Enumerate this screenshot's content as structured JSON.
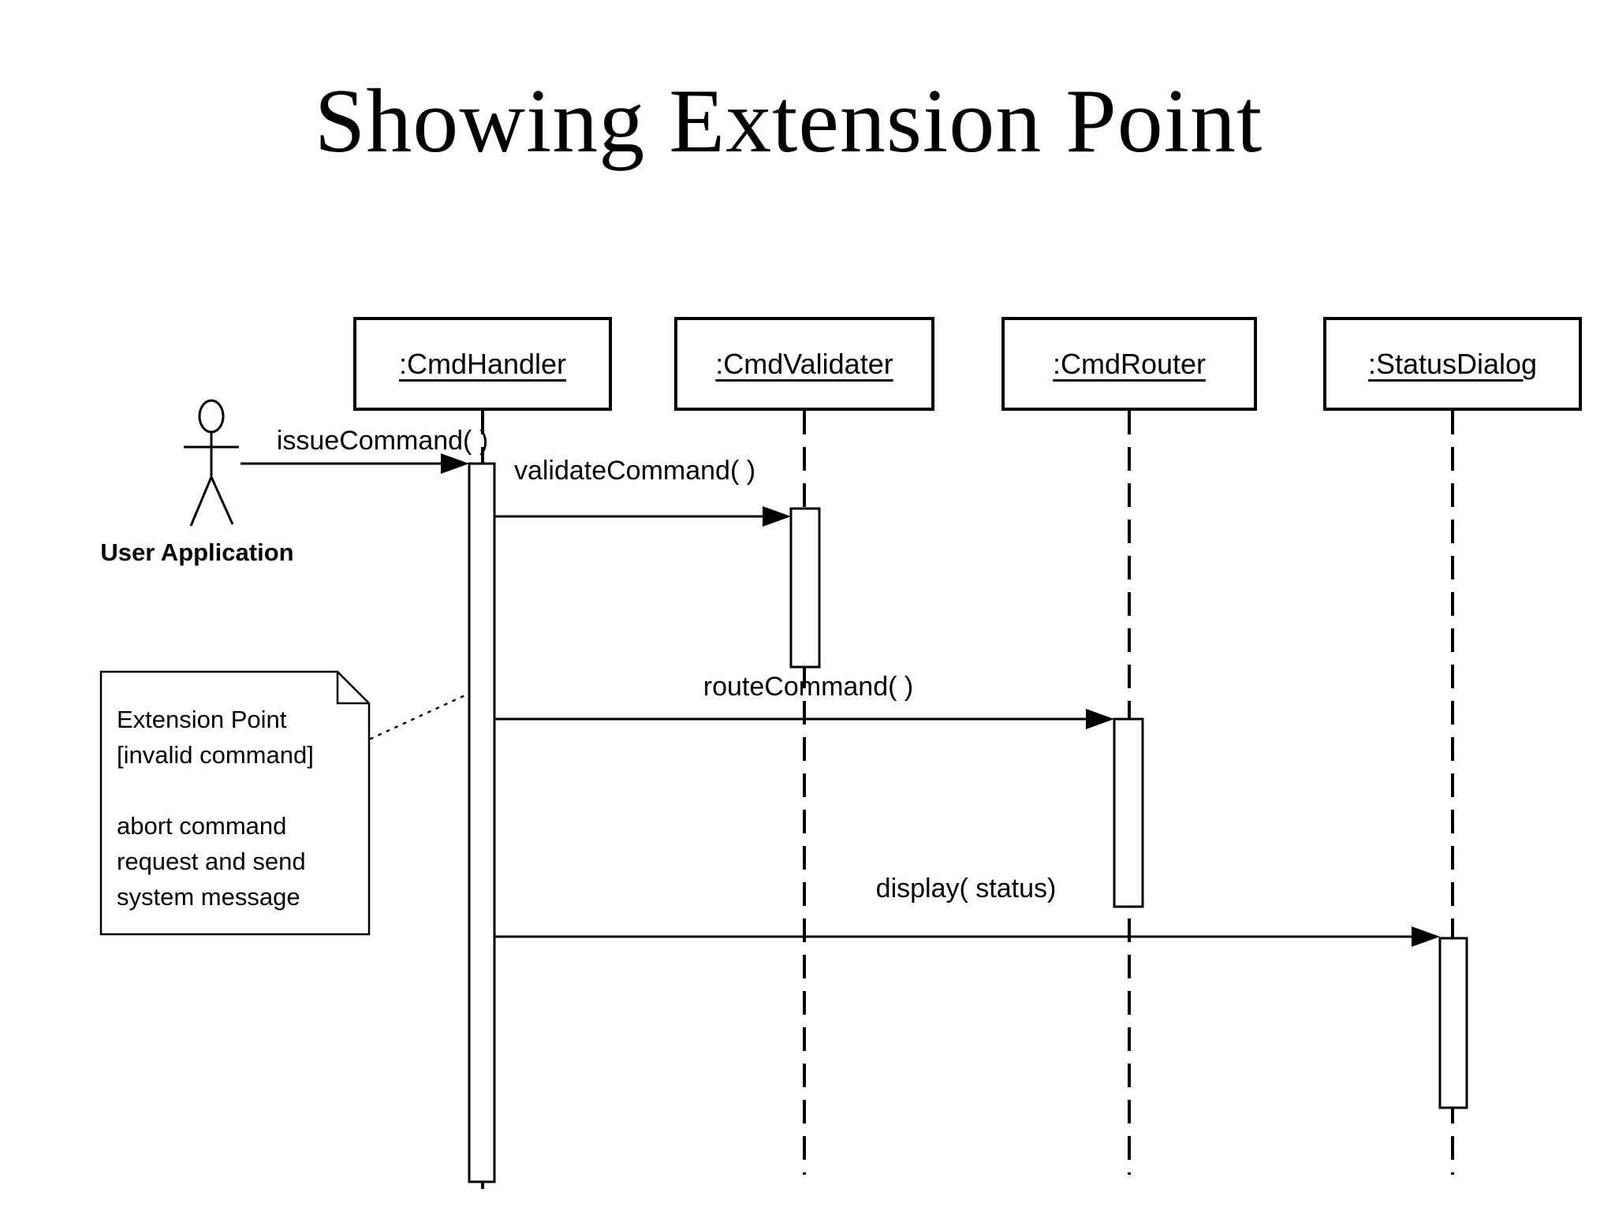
{
  "diagram": {
    "title": "Showing Extension Point",
    "background_color": "#ffffff",
    "ink_color": "#000000"
  },
  "actor": {
    "label": "User Application"
  },
  "objects": [
    {
      "label": ":CmdHandler"
    },
    {
      "label": ":CmdValidater"
    },
    {
      "label": ":CmdRouter"
    },
    {
      "label": ":StatusDialog"
    }
  ],
  "messages": [
    {
      "label": "issueCommand( )",
      "from": "User Application",
      "to": ":CmdHandler"
    },
    {
      "label": "validateCommand( )",
      "from": ":CmdHandler",
      "to": ":CmdValidater"
    },
    {
      "label": "routeCommand( )",
      "from": ":CmdHandler",
      "to": ":CmdRouter"
    },
    {
      "label": "display( status)",
      "from": ":CmdHandler",
      "to": ":StatusDialog"
    }
  ],
  "note": {
    "lines": [
      "Extension Point",
      "[invalid command]",
      "",
      "abort command",
      "request and send",
      "system message"
    ]
  }
}
